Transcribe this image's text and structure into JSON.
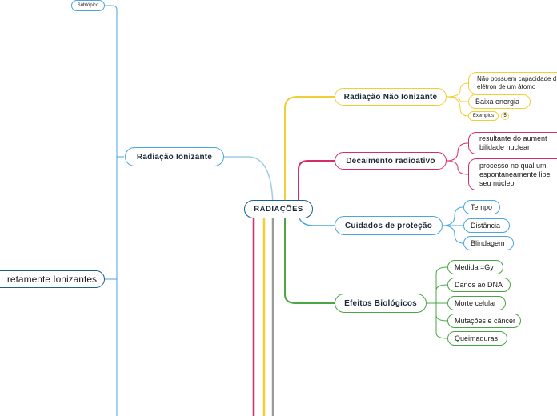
{
  "root": {
    "label": "RADIAÇÕES"
  },
  "left": {
    "subtopic": "Subtópico",
    "ionizante": "Radiação Ionizante",
    "diretamente": "retamente Ionizantes"
  },
  "nao_ionizante": {
    "label": "Radiação Não Ionizante",
    "children": [
      "Não possuem capacidade d elétron de um átomo",
      "Baixa energia"
    ],
    "exemplos": "Exemplos",
    "exemplos_count": "5"
  },
  "decaimento": {
    "label": "Decaimento radioativo",
    "children": [
      "resultante do aument bilidade nuclear",
      "processo no qual um espontaneamente libe seu núcleo"
    ]
  },
  "cuidados": {
    "label": "Cuidados de proteção",
    "children": [
      "Tempo",
      "Distância",
      "Blindagem"
    ]
  },
  "efeitos": {
    "label": "Efeitos Biológicos",
    "children": [
      "Medida =Gy",
      "Danos ao DNA",
      "Morte celular",
      "Mutações e câncer",
      "Queimaduras"
    ]
  },
  "colors": {
    "yellow": "#f0cf36",
    "red": "#d62d6a",
    "blue": "#4aa6dd",
    "green": "#4aa544",
    "gray": "#9a9a9a",
    "navy": "#1d5f8a"
  }
}
